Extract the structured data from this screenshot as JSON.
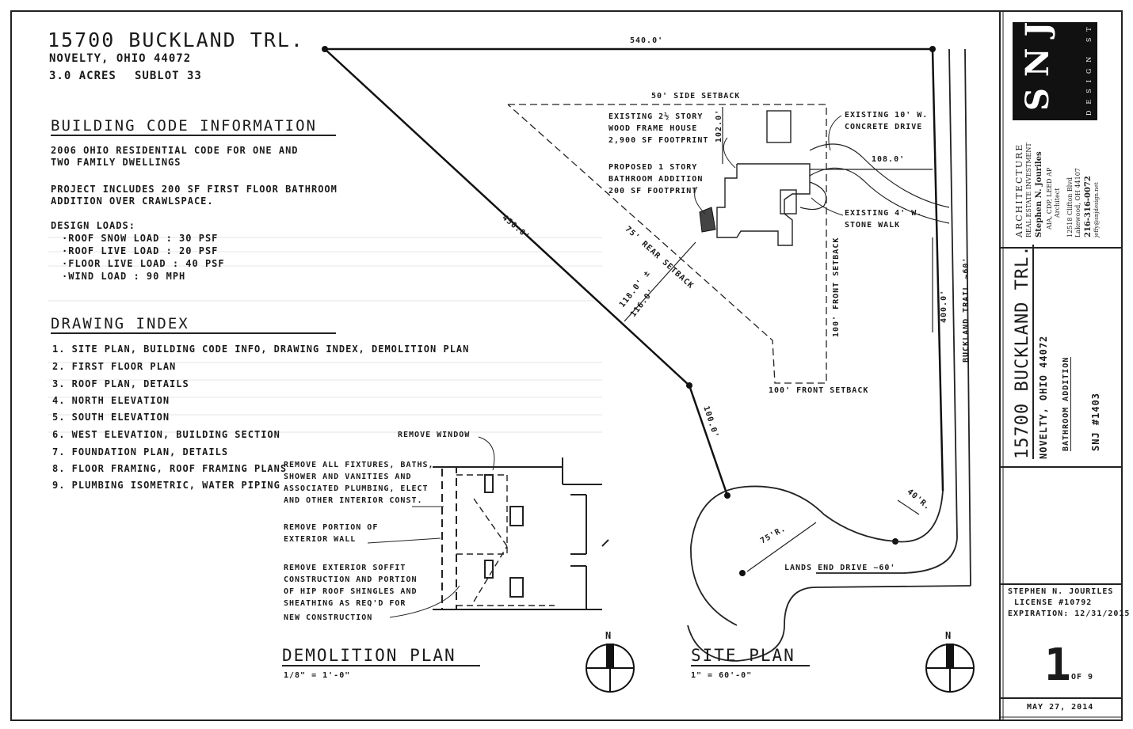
{
  "project": {
    "address_line1": "15700 Buckland Trl.",
    "address_line2": "Novelty, Ohio 44072",
    "acres": "3.0 Acres",
    "sublot": "Sublot 33"
  },
  "code_info": {
    "heading": "Building Code Information",
    "code_line1": "2006 Ohio Residential Code for One and",
    "code_line2": "Two Family Dwellings",
    "project_line1": "Project includes 200 SF first floor bathroom",
    "project_line2": "addition over crawlspace.",
    "loads_heading": "Design Loads:",
    "loads": [
      "·Roof Snow Load : 30 PSF",
      "·Roof Live Load : 20 PSF",
      "·Floor Live Load : 40 PSF",
      "·Wind Load : 90 MPH"
    ]
  },
  "drawing_index": {
    "heading": "Drawing Index",
    "items": [
      "1. Site plan, building code info, drawing index, demolition plan",
      "2. First floor plan",
      "3. Roof plan, details",
      "4. North elevation",
      "5. South elevation",
      "6. West elevation, building section",
      "7. Foundation plan, details",
      "8. Floor framing, roof framing plans",
      "9. Plumbing isometric, water piping"
    ]
  },
  "demolition": {
    "title": "Demolition Plan",
    "scale": "1/8\" = 1'-0\"",
    "notes": {
      "remove_window": "Remove Window",
      "fixtures": [
        "Remove all fixtures, baths,",
        "shower and vanities and",
        "associated plumbing, elect",
        "and other interior const."
      ],
      "exterior_wall": [
        "Remove portion of",
        "exterior wall"
      ],
      "soffit": [
        "Remove exterior soffit",
        "construction and portion",
        "of hip roof shingles and",
        "sheathing as req'd for",
        "new construction"
      ]
    },
    "north": "N"
  },
  "site": {
    "title": "Site Plan",
    "scale": "1\" = 60'-0\"",
    "north": "N",
    "dims": {
      "top": "540.0'",
      "diagonal": "450.0'",
      "right": "400.0'",
      "lower_diag": "100.0'",
      "drive_offset": "108.0'",
      "house_offset": "102.0'",
      "rear_dist_a": "118.0' ±",
      "rear_dist_b": "116.0'"
    },
    "labels": {
      "side_setback": "50' Side Setback",
      "existing_house": [
        "Existing 2½ Story",
        "Wood Frame House",
        "2,900 SF Footprint"
      ],
      "proposed": [
        "Proposed 1 Story",
        "Bathroom Addition",
        "200 SF Footprint"
      ],
      "concrete_drive": [
        "Existing 10' W.",
        "Concrete Drive"
      ],
      "stone_walk": [
        "Existing 4' W.",
        "Stone Walk"
      ],
      "rear_setback": "75' Rear Setback",
      "front_setback_vertical": "100' Front Setback",
      "front_setback_horizontal": "100' Front Setback",
      "road": "Buckland Trail ~60'",
      "lands_end": "Lands End Drive ~60'",
      "radius_large": "75'R.",
      "radius_small": "40'R."
    }
  },
  "title_block": {
    "firm_letters": "SNJ",
    "firm_sub": "DESIGN  STUDIO",
    "firm_lines": [
      "ARCHITECTURE",
      "REAL ESTATE INVESTMENT",
      "Stephen N. Jouriles",
      "AIA, CDP, LEED AP",
      "Architect"
    ],
    "contact_lines": [
      "12518 Clifton Blvd",
      "Lakewood, OH 44107",
      "216-316-0072",
      "jeffy@snjdesign.net"
    ],
    "project_lines": [
      "15700 Buckland Trl.",
      "Novelty, Ohio 44072",
      "Bathroom Addition",
      "SNJ #1403"
    ],
    "license": [
      "Stephen N. Jouriles",
      "License #10792",
      "Expiration: 12/31/2015"
    ],
    "sheet_number": "1",
    "sheet_of": "of 9",
    "date": "May 27, 2014"
  }
}
